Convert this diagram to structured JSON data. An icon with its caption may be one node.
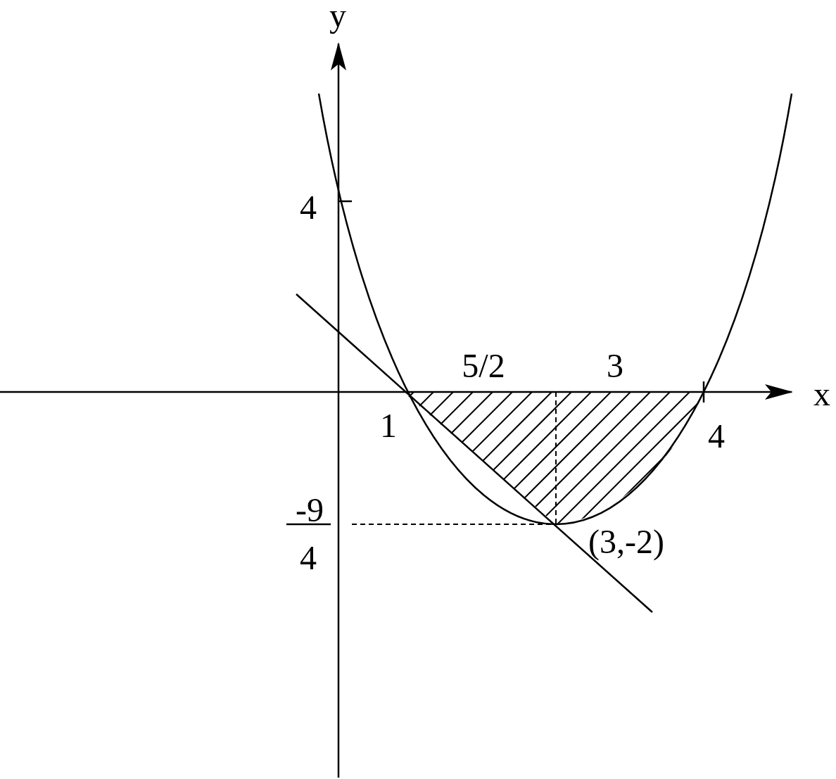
{
  "diagram": {
    "labels": [
      "y",
      "4",
      "5/2",
      "3",
      "x",
      "1",
      "4",
      "-9",
      "4",
      "(3,-2)"
    ]
  }
}
